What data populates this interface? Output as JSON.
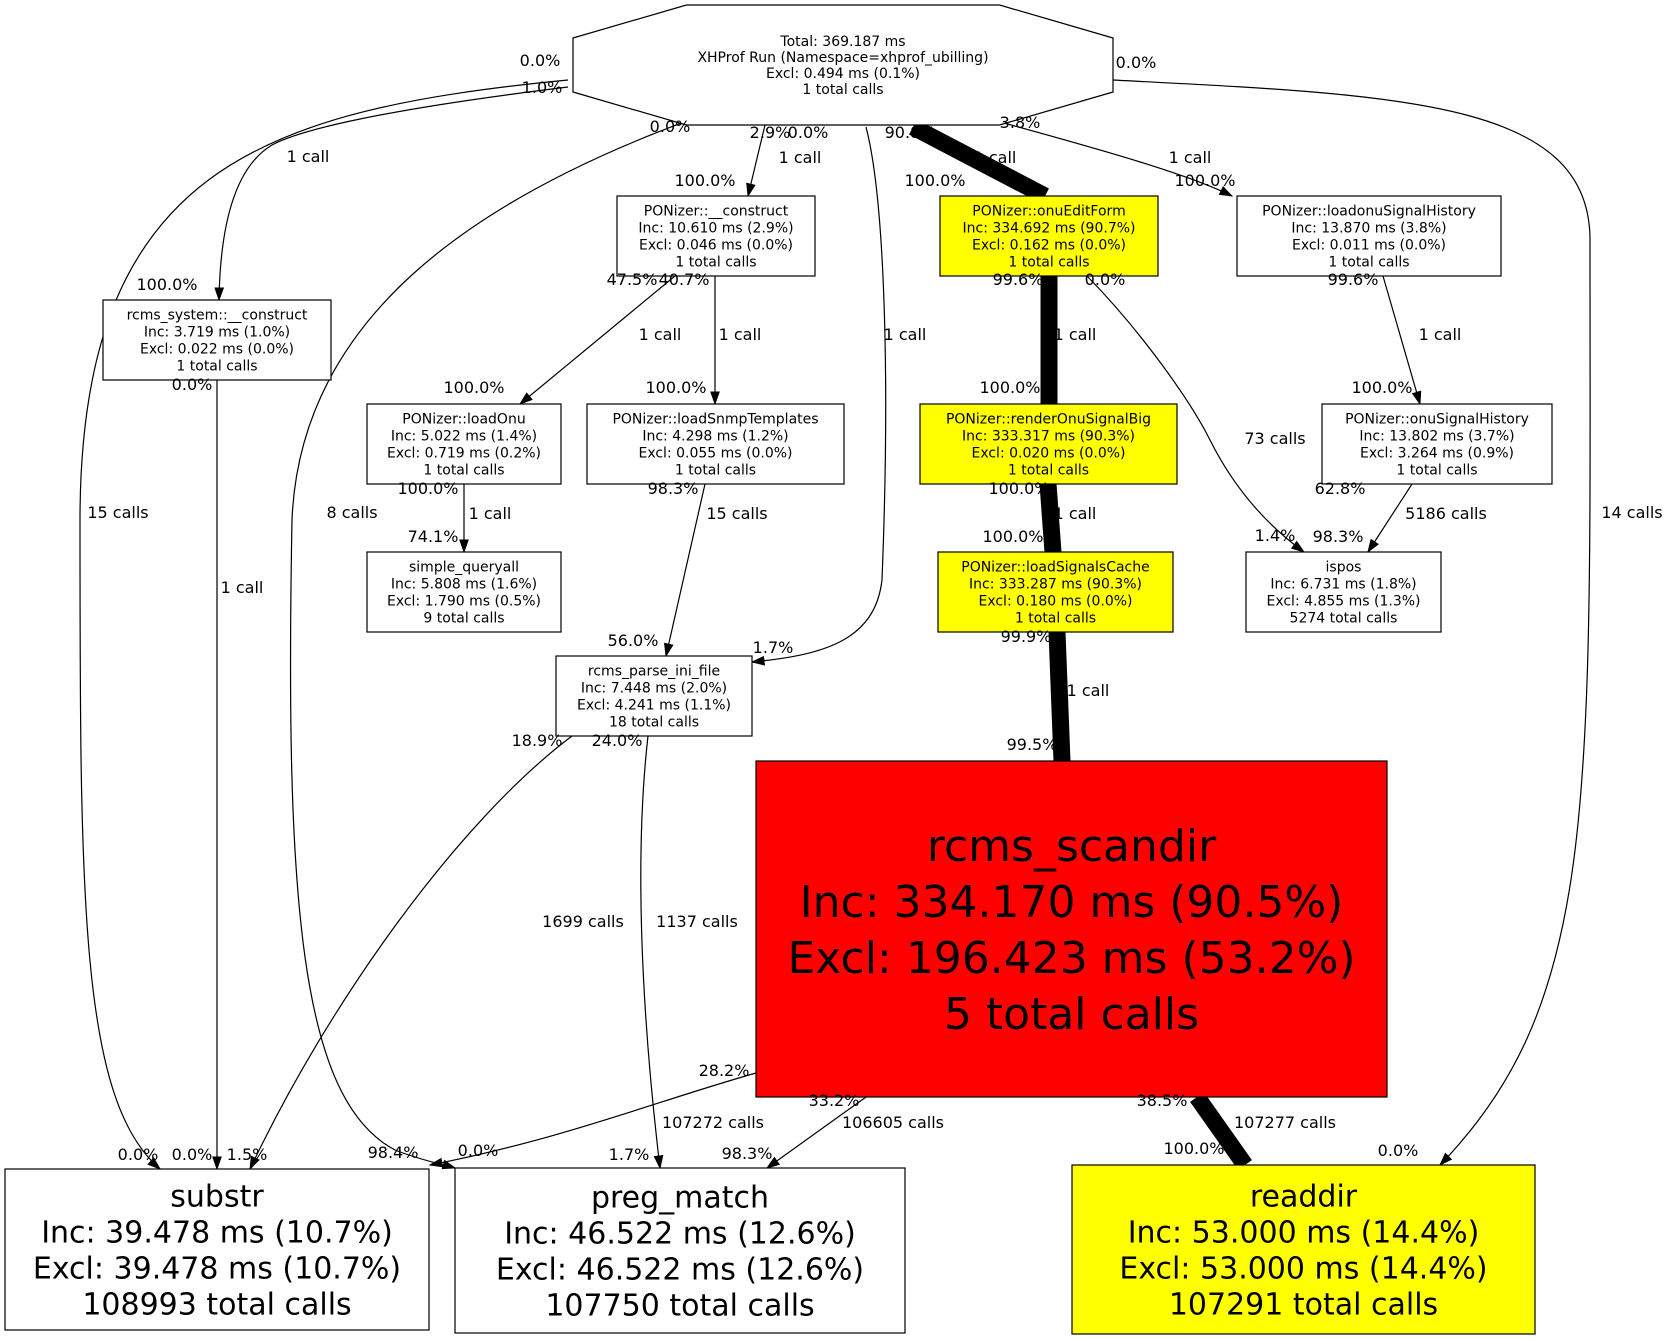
{
  "colors": {
    "red": "#ff0000",
    "yellow": "#ffff00",
    "white": "#ffffff",
    "ink": "#000000"
  },
  "nodes": {
    "root": {
      "lines": [
        "Total: 369.187 ms",
        "XHProf Run (Namespace=xhprof_ubilling)",
        "Excl: 0.494 ms (0.1%)",
        "1 total calls"
      ],
      "fill": "#ffffff"
    },
    "construct": {
      "lines": [
        "PONizer::__construct",
        "Inc: 10.610 ms (2.9%)",
        "Excl: 0.046 ms (0.0%)",
        "1 total calls"
      ],
      "fill": "#ffffff"
    },
    "onuEditForm": {
      "lines": [
        "PONizer::onuEditForm",
        "Inc: 334.692 ms (90.7%)",
        "Excl: 0.162 ms (0.0%)",
        "1 total calls"
      ],
      "fill": "#ffff00"
    },
    "loadonuSignalHistory": {
      "lines": [
        "PONizer::loadonuSignalHistory",
        "Inc: 13.870 ms (3.8%)",
        "Excl: 0.011 ms (0.0%)",
        "1 total calls"
      ],
      "fill": "#ffffff"
    },
    "rcmsSystem": {
      "lines": [
        "rcms_system::__construct",
        "Inc: 3.719 ms (1.0%)",
        "Excl: 0.022 ms (0.0%)",
        "1 total calls"
      ],
      "fill": "#ffffff"
    },
    "loadOnu": {
      "lines": [
        "PONizer::loadOnu",
        "Inc: 5.022 ms (1.4%)",
        "Excl: 0.719 ms (0.2%)",
        "1 total calls"
      ],
      "fill": "#ffffff"
    },
    "loadSnmp": {
      "lines": [
        "PONizer::loadSnmpTemplates",
        "Inc: 4.298 ms (1.2%)",
        "Excl: 0.055 ms (0.0%)",
        "1 total calls"
      ],
      "fill": "#ffffff"
    },
    "renderOnu": {
      "lines": [
        "PONizer::renderOnuSignalBig",
        "Inc: 333.317 ms (90.3%)",
        "Excl: 0.020 ms (0.0%)",
        "1 total calls"
      ],
      "fill": "#ffff00"
    },
    "onuSignalHistory": {
      "lines": [
        "PONizer::onuSignalHistory",
        "Inc: 13.802 ms (3.7%)",
        "Excl: 3.264 ms (0.9%)",
        "1 total calls"
      ],
      "fill": "#ffffff"
    },
    "simpleQuery": {
      "lines": [
        "simple_queryall",
        "Inc: 5.808 ms (1.6%)",
        "Excl: 1.790 ms (0.5%)",
        "9 total calls"
      ],
      "fill": "#ffffff"
    },
    "loadSignals": {
      "lines": [
        "PONizer::loadSignalsCache",
        "Inc: 333.287 ms (90.3%)",
        "Excl: 0.180 ms (0.0%)",
        "1 total calls"
      ],
      "fill": "#ffff00"
    },
    "ispos": {
      "lines": [
        "ispos",
        "Inc: 6.731 ms (1.8%)",
        "Excl: 4.855 ms (1.3%)",
        "5274 total calls"
      ],
      "fill": "#ffffff"
    },
    "parseIni": {
      "lines": [
        "rcms_parse_ini_file",
        "Inc: 7.448 ms (2.0%)",
        "Excl: 4.241 ms (1.1%)",
        "18 total calls"
      ],
      "fill": "#ffffff"
    },
    "scandir": {
      "lines": [
        "rcms_scandir",
        "Inc: 334.170 ms (90.5%)",
        "Excl: 196.423 ms (53.2%)",
        "5 total calls"
      ],
      "fill": "#ff0000"
    },
    "substr": {
      "lines": [
        "substr",
        "Inc: 39.478 ms (10.7%)",
        "Excl: 39.478 ms (10.7%)",
        "108993 total calls"
      ],
      "fill": "#ffffff"
    },
    "pregMatch": {
      "lines": [
        "preg_match",
        "Inc: 46.522 ms (12.6%)",
        "Excl: 46.522 ms (12.6%)",
        "107750 total calls"
      ],
      "fill": "#ffffff"
    },
    "readdir": {
      "lines": [
        "readdir",
        "Inc: 53.000 ms (14.4%)",
        "Excl: 53.000 ms (14.4%)",
        "107291 total calls"
      ],
      "fill": "#ffff00"
    }
  },
  "edges": [
    {
      "from": "root",
      "to": "substr",
      "calls": "15 calls",
      "tail": "0.0%",
      "head": "0.0%"
    },
    {
      "from": "root",
      "to": "rcmsSystem",
      "calls": "1 call",
      "tail": "1.0%",
      "head": "100.0%"
    },
    {
      "from": "root",
      "to": "pregMatch",
      "calls": "8 calls",
      "tail": "0.0%",
      "head": "0.0%"
    },
    {
      "from": "root",
      "to": "construct",
      "calls": "1 call",
      "tail": "2.9%",
      "head": "100.0%"
    },
    {
      "from": "root",
      "to": "parseIni",
      "calls": "1 call",
      "tail": "0.0%",
      "head": "1.7%"
    },
    {
      "from": "root",
      "to": "onuEditForm",
      "calls": "1 call",
      "tail": "90.8%",
      "head": "100.0%"
    },
    {
      "from": "root",
      "to": "loadonuSignalHistory",
      "calls": "1 call",
      "tail": "3.8%",
      "head": "100.0%"
    },
    {
      "from": "root",
      "to": "readdir",
      "calls": "14 calls",
      "tail": "0.0%",
      "head": "0.0%"
    },
    {
      "from": "construct",
      "to": "loadOnu",
      "calls": "1 call",
      "tail": "47.5%",
      "head": "100.0%"
    },
    {
      "from": "construct",
      "to": "loadSnmp",
      "calls": "1 call",
      "tail": "40.7%",
      "head": "100.0%"
    },
    {
      "from": "onuEditForm",
      "to": "renderOnu",
      "calls": "1 call",
      "tail": "99.6%",
      "head": "100.0%"
    },
    {
      "from": "onuEditForm",
      "to": "ispos",
      "calls": "73 calls",
      "tail": "0.0%",
      "head": "1.4%"
    },
    {
      "from": "loadonuSignalHistory",
      "to": "onuSignalHistory",
      "calls": "1 call",
      "tail": "99.6%",
      "head": "100.0%"
    },
    {
      "from": "rcmsSystem",
      "to": "substr",
      "calls": "1 call",
      "tail": "0.0%",
      "head": "0.0%"
    },
    {
      "from": "loadOnu",
      "to": "simpleQuery",
      "calls": "1 call",
      "tail": "100.0%",
      "head": "74.1%"
    },
    {
      "from": "loadSnmp",
      "to": "parseIni",
      "calls": "15 calls",
      "tail": "98.3%",
      "head": "56.0%"
    },
    {
      "from": "renderOnu",
      "to": "loadSignals",
      "calls": "1 call",
      "tail": "100.0%",
      "head": "100.0%"
    },
    {
      "from": "onuSignalHistory",
      "to": "ispos",
      "calls": "5186 calls",
      "tail": "62.8%",
      "head": "98.3%"
    },
    {
      "from": "loadSignals",
      "to": "scandir",
      "calls": "1 call",
      "tail": "99.9%",
      "head": "99.5%"
    },
    {
      "from": "parseIni",
      "to": "substr",
      "calls": "1699 calls",
      "tail": "18.9%",
      "head": "1.5%"
    },
    {
      "from": "parseIni",
      "to": "pregMatch",
      "calls": "1137 calls",
      "tail": "24.0%",
      "head": "1.7%"
    },
    {
      "from": "scandir",
      "to": "substr",
      "calls": "107272 calls",
      "tail": "28.2%",
      "head": "98.4%"
    },
    {
      "from": "scandir",
      "to": "pregMatch",
      "calls": "106605 calls",
      "tail": "33.2%",
      "head": "98.3%"
    },
    {
      "from": "scandir",
      "to": "readdir",
      "calls": "107277 calls",
      "tail": "38.5%",
      "head": "100.0%"
    }
  ]
}
